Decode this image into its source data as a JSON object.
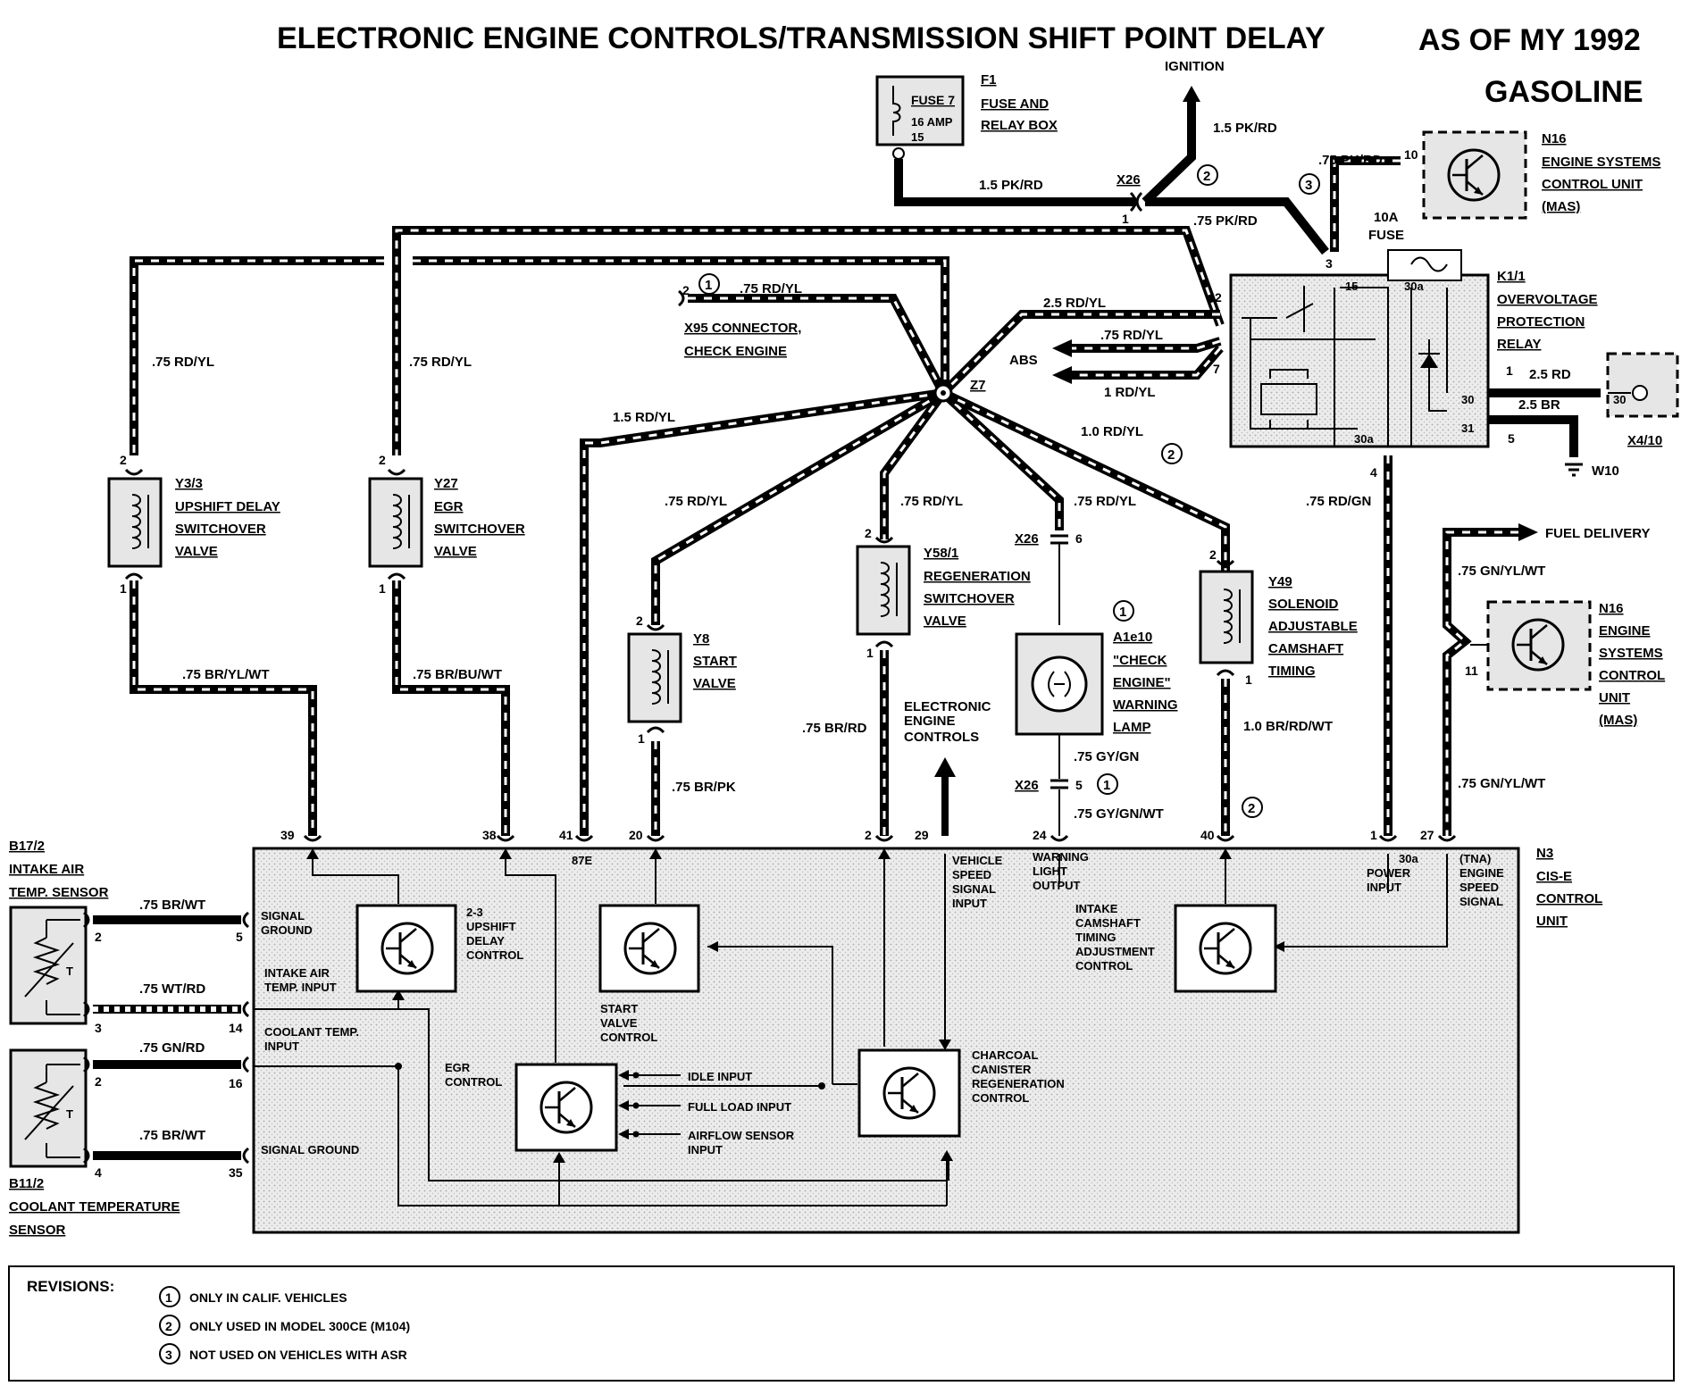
{
  "header": {
    "title": "ELECTRONIC ENGINE CONTROLS/TRANSMISSION SHIFT POINT DELAY",
    "model_year": "AS OF MY 1992",
    "fuel": "GASOLINE"
  },
  "fuse_box": {
    "line1": "FUSE 7",
    "line2": "16 AMP",
    "line3": "15",
    "id": "F1",
    "name1": "FUSE AND",
    "name2": "RELAY BOX"
  },
  "ignition": {
    "label": "IGNITION",
    "wire": "1.5 PK/RD"
  },
  "x26_top": {
    "id": "X26",
    "pin": "1",
    "wire_in": "1.5 PK/RD",
    "wire_out": ".75 PK/RD"
  },
  "n16_top": {
    "id": "N16",
    "l1": "ENGINE SYSTEMS",
    "l2": "CONTROL UNIT",
    "l3": "(MAS)",
    "pin": "10",
    "wire": ".75 PK/RD"
  },
  "relay": {
    "id": "K1/1",
    "l1": "OVERVOLTAGE",
    "l2": "PROTECTION",
    "l3": "RELAY",
    "fuse1": "10A",
    "fuse2": "FUSE",
    "pin3": "3",
    "pin15": "15",
    "pin30a_top": "30a",
    "pin2": "2",
    "pin7": "7",
    "pin1": "1",
    "pin30": "30",
    "pin31": "31",
    "pin5": "5",
    "pin30a_bot": "30a",
    "pin4": "4",
    "wire_1": "2.5 RD",
    "wire_5": "2.5 BR"
  },
  "x4_10": {
    "id": "X4/10",
    "pin": "30"
  },
  "ground_w10": "W10",
  "splice": {
    "id": "Z7"
  },
  "x95": {
    "pin": "2",
    "wire": ".75 RD/YL",
    "l1": "X95 CONNECTOR,",
    "l2": "CHECK ENGINE"
  },
  "abs": {
    "label": "ABS",
    "wire1": ".75 RD/YL",
    "wire2": "1 RD/YL"
  },
  "relay_feed_wire": "2.5 RD/YL",
  "y33": {
    "id": "Y3/3",
    "l1": "UPSHIFT DELAY",
    "l2": "SWITCHOVER",
    "l3": "VALVE",
    "pin_top": "2",
    "pin_bot": "1",
    "wire_top": ".75 RD/YL",
    "wire_bot": ".75 BR/YL/WT"
  },
  "y27": {
    "id": "Y27",
    "l1": "EGR",
    "l2": "SWITCHOVER",
    "l3": "VALVE",
    "pin_top": "2",
    "pin_bot": "1",
    "wire_top": ".75 RD/YL",
    "wire_bot": ".75 BR/BU/WT"
  },
  "y8": {
    "id": "Y8",
    "l1": "START",
    "l2": "VALVE",
    "pin_top": "2",
    "pin_bot": "1",
    "wire_top": ".75 RD/YL",
    "wire_bot": ".75 BR/PK"
  },
  "y58": {
    "id": "Y58/1",
    "l1": "REGENERATION",
    "l2": "SWITCHOVER",
    "l3": "VALVE",
    "pin_top": "2",
    "pin_bot": "1",
    "wire_top": ".75 RD/YL",
    "wire_bot": ".75 BR/RD"
  },
  "a1e10": {
    "id": "A1e10",
    "l1": "\"CHECK",
    "l2": "ENGINE\"",
    "l3": "WARNING",
    "l4": "LAMP",
    "x26a": "X26",
    "x26a_pin": "6",
    "x26b": "X26",
    "x26b_pin": "5",
    "wire_top": ".75 RD/YL",
    "wire_mid": ".75 GY/GN",
    "wire_bot": ".75 GY/GN/WT"
  },
  "y49": {
    "id": "Y49",
    "l1": "SOLENOID",
    "l2": "ADJUSTABLE",
    "l3": "CAMSHAFT",
    "l4": "TIMING",
    "pin_top": "2",
    "pin_bot": "1",
    "wire_top": "1.0 RD/YL",
    "wire_bot": "1.0 BR/RD/WT"
  },
  "wire_41": "1.5 RD/YL",
  "wire_power": ".75 RD/GN",
  "fuel_delivery": {
    "label": "FUEL DELIVERY",
    "wire_top": ".75 GN/YL/WT",
    "wire_bot": ".75 GN/YL/WT"
  },
  "n16_right": {
    "id": "N16",
    "l1": "ENGINE",
    "l2": "SYSTEMS",
    "l3": "CONTROL",
    "l4": "UNIT",
    "l5": "(MAS)",
    "pin": "11"
  },
  "eec": {
    "l1": "ELECTRONIC",
    "l2": "ENGINE",
    "l3": "CONTROLS"
  },
  "callouts": {
    "c1": "1",
    "c2": "2",
    "c3": "3"
  },
  "n3": {
    "id": "N3",
    "l1": "CIS-E",
    "l2": "CONTROL",
    "l3": "UNIT",
    "pins": {
      "p39": "39",
      "p38": "38",
      "p41": "41",
      "p20": "20",
      "p2": "2",
      "p29": "29",
      "p24": "24",
      "p40": "40",
      "p1": "1",
      "p27": "27",
      "p5": "5",
      "p14": "14",
      "p16": "16",
      "p35": "35"
    },
    "p87e": "87E",
    "signal_ground_1": "SIGNAL",
    "signal_ground_2": "GROUND",
    "iat_in_1": "INTAKE AIR",
    "iat_in_2": "TEMP. INPUT",
    "ct_in_1": "COOLANT TEMP.",
    "ct_in_2": "INPUT",
    "signal_ground_b": "SIGNAL GROUND",
    "upshift_1": "2-3",
    "upshift_2": "UPSHIFT",
    "upshift_3": "DELAY",
    "upshift_4": "CONTROL",
    "start_1": "START",
    "start_2": "VALVE",
    "start_3": "CONTROL",
    "egr_1": "EGR",
    "egr_2": "CONTROL",
    "idle": "IDLE INPUT",
    "full_load": "FULL LOAD INPUT",
    "airflow_1": "AIRFLOW SENSOR",
    "airflow_2": "INPUT",
    "vss_1": "VEHICLE",
    "vss_2": "SPEED",
    "vss_3": "SIGNAL",
    "vss_4": "INPUT",
    "warn_1": "WARNING",
    "warn_2": "LIGHT",
    "warn_3": "OUTPUT",
    "charcoal_1": "CHARCOAL",
    "charcoal_2": "CANISTER",
    "charcoal_3": "REGENERATION",
    "charcoal_4": "CONTROL",
    "cam_1": "INTAKE",
    "cam_2": "CAMSHAFT",
    "cam_3": "TIMING",
    "cam_4": "ADJUSTMENT",
    "cam_5": "CONTROL",
    "power_1": "30a",
    "power_2": "POWER",
    "power_3": "INPUT",
    "tna_1": "(TNA)",
    "tna_2": "ENGINE",
    "tna_3": "SPEED",
    "tna_4": "SIGNAL"
  },
  "b17": {
    "id": "B17/2",
    "l1": "INTAKE AIR",
    "l2": "TEMP. SENSOR",
    "pin_a": "2",
    "pin_b": "3",
    "wire_a": ".75 BR/WT",
    "wire_b": ".75 WT/RD",
    "t": "T"
  },
  "b11": {
    "id": "B11/2",
    "l1": "COOLANT TEMPERATURE",
    "l2": "SENSOR",
    "pin_a": "2",
    "pin_b": "4",
    "wire_a": ".75 GN/RD",
    "wire_b": ".75 BR/WT",
    "t": "T"
  },
  "revisions": {
    "title": "REVISIONS:",
    "items": [
      {
        "num": "1",
        "text": "ONLY IN CALIF. VEHICLES"
      },
      {
        "num": "2",
        "text": "ONLY USED IN MODEL 300CE (M104)"
      },
      {
        "num": "3",
        "text": "NOT USED ON VEHICLES WITH ASR"
      }
    ]
  }
}
